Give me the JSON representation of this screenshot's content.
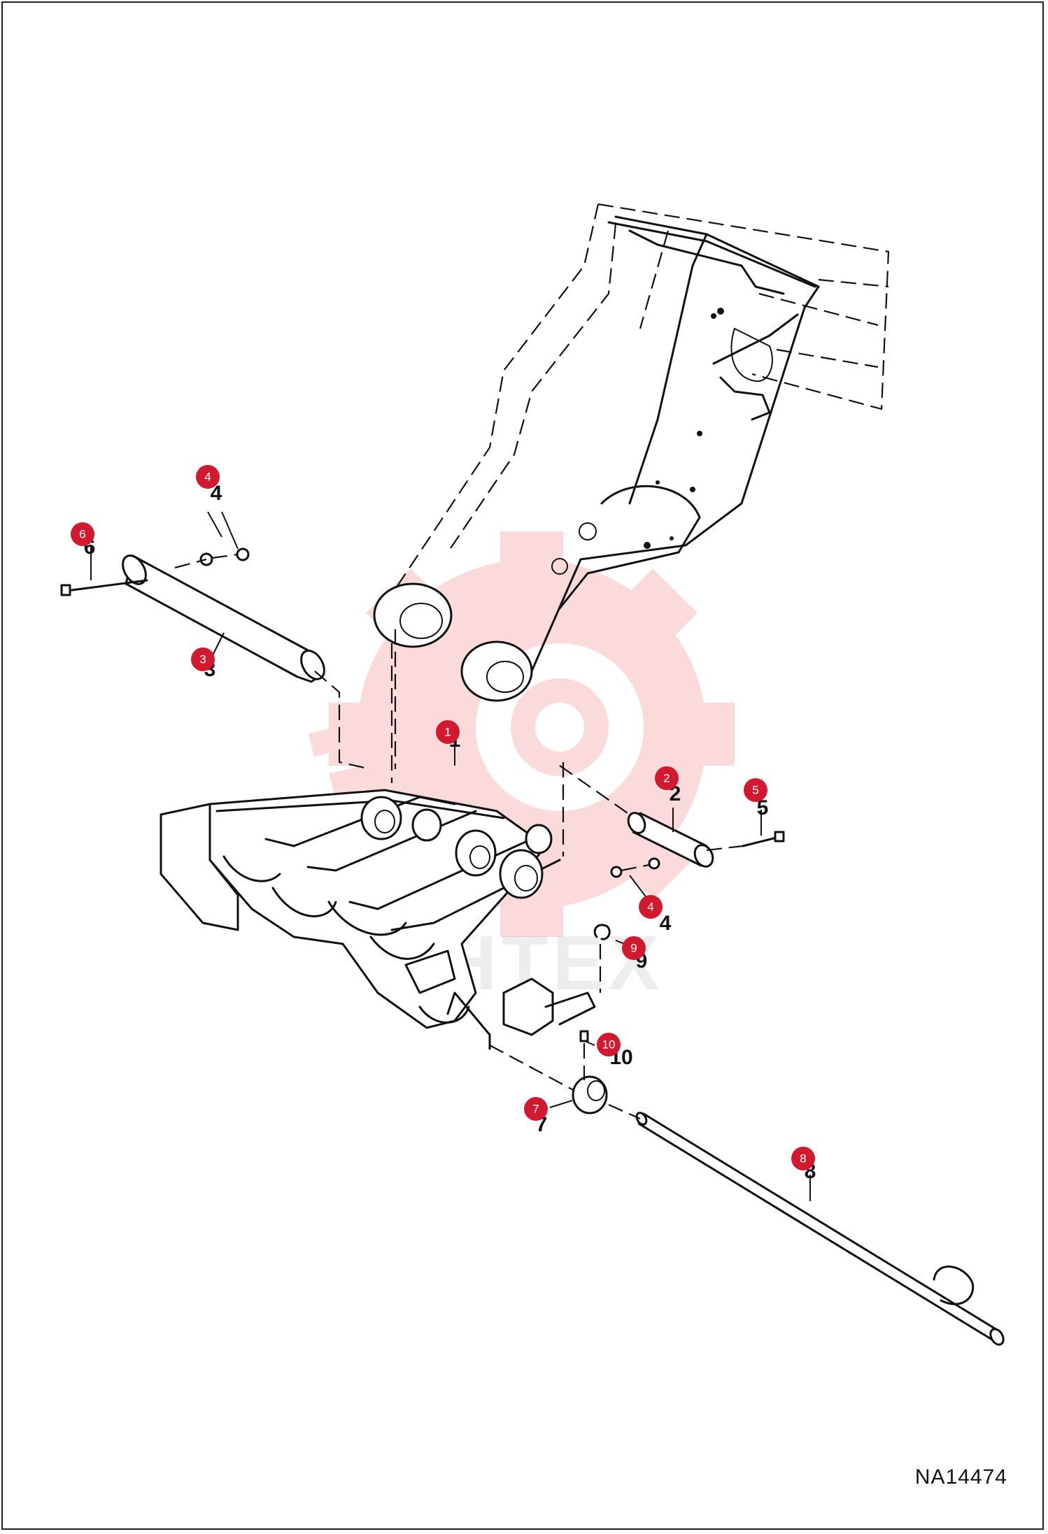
{
  "document_id": "NA14474",
  "watermark_text": "VHTEX",
  "accent_color": "#d1192f",
  "callouts": [
    {
      "label": "1"
    },
    {
      "label": "2"
    },
    {
      "label": "3"
    },
    {
      "label": "4"
    },
    {
      "label": "4"
    },
    {
      "label": "5"
    },
    {
      "label": "6"
    },
    {
      "label": "7"
    },
    {
      "label": "8"
    },
    {
      "label": "9"
    },
    {
      "label": "10"
    }
  ]
}
